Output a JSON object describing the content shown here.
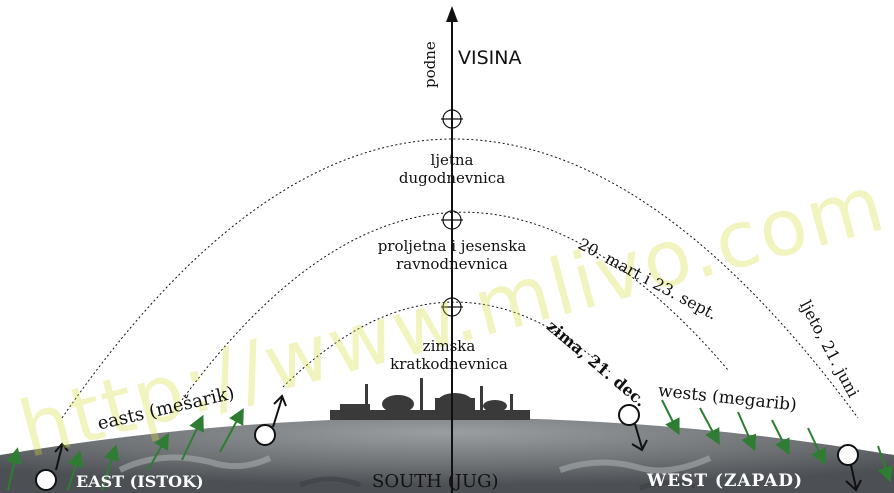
{
  "labels": {
    "podne": "podne",
    "visina": "VISINA",
    "summer": [
      "ljetna",
      "dugodnevnica"
    ],
    "equinox": [
      "proljetna i jesenska",
      "ravnodnevnica"
    ],
    "winter": [
      "zimska",
      "kratkodnevnica"
    ],
    "date_equinox": "20. mart i 23. sept.",
    "date_winter": "zima, 21. dec.",
    "date_summer": "ljeto, 21. juni",
    "easts": "easts (mešarik)",
    "wests": "wests (megarib)",
    "east": "EAST (ISTOK)",
    "south": "SOUTH (JUG)",
    "west": "WEST (ZAPAD)"
  },
  "watermark": "http://www.mlivo.com",
  "colors": {
    "ground": "#5e6266",
    "ground_light": "#8a8e90",
    "arrow_green": "#2e7d32",
    "watermark": "#d6de3c"
  }
}
